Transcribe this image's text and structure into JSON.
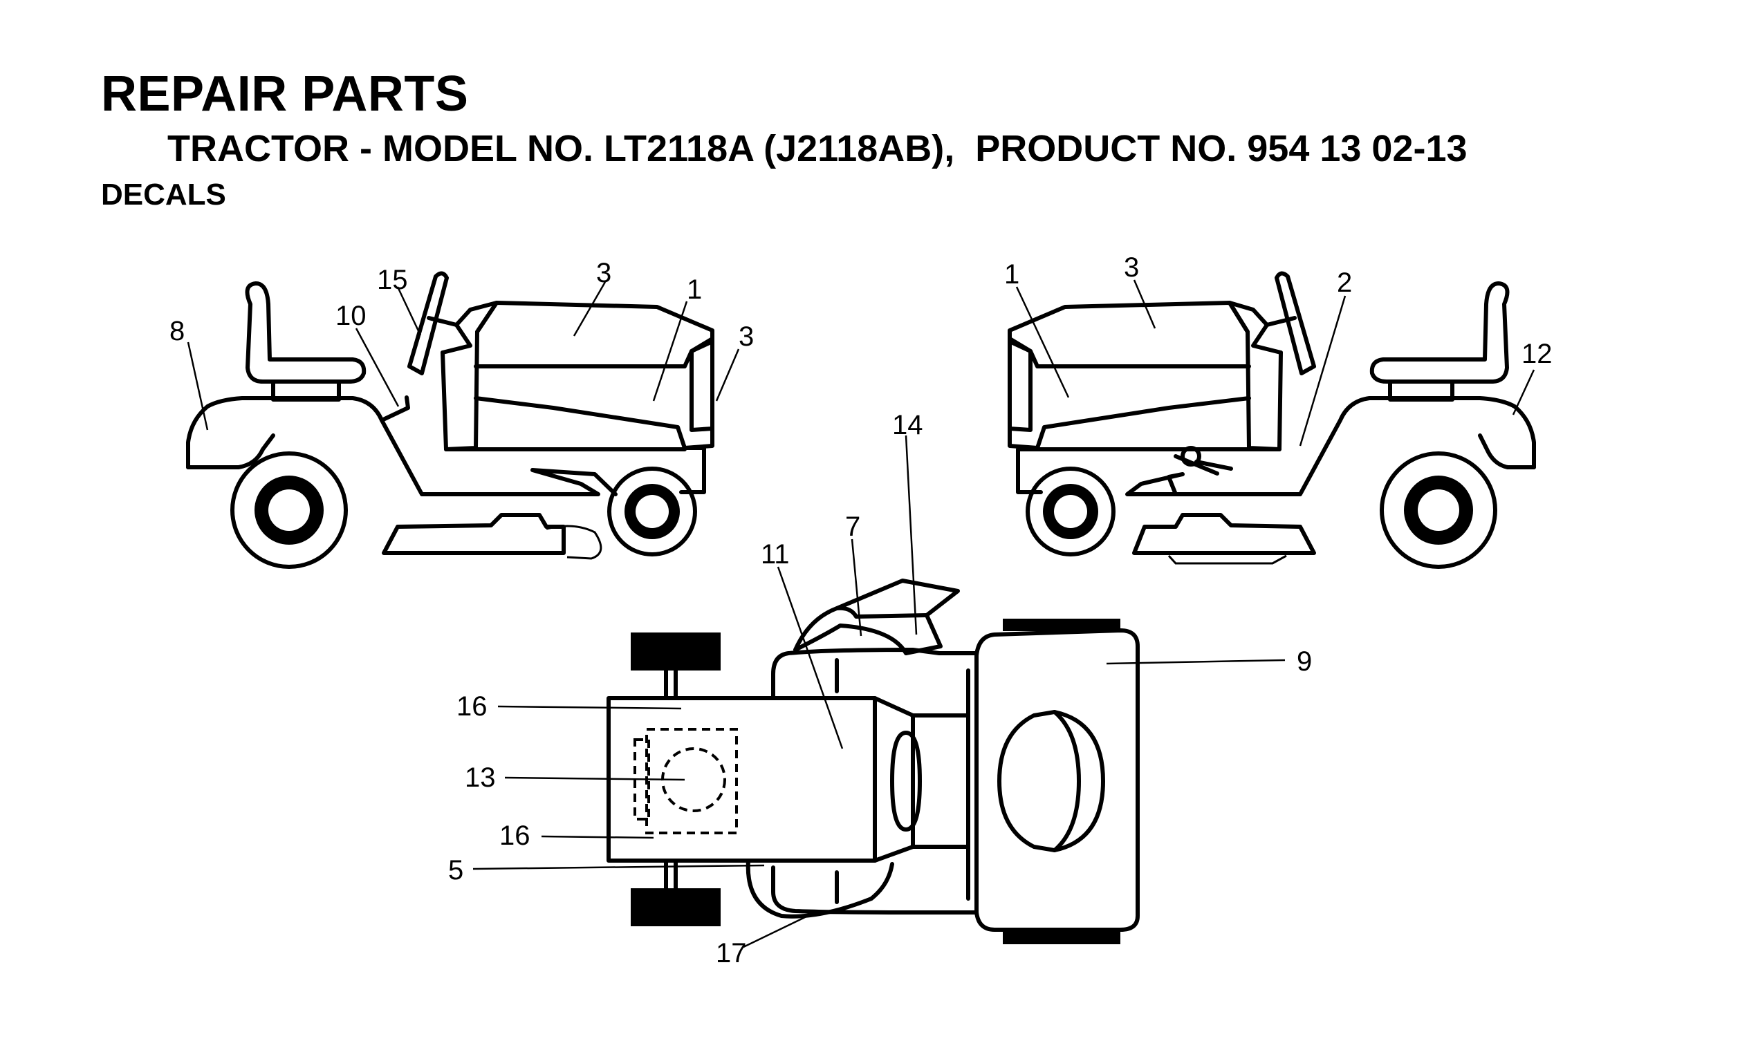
{
  "header": {
    "title": "REPAIR PARTS",
    "subtitle": "TRACTOR - MODEL NO. LT2118A (J2118AB),  PRODUCT NO. 954 13 02-13",
    "section": "DECALS"
  },
  "callouts": {
    "left_view": {
      "c8": "8",
      "c10": "10",
      "c15": "15",
      "c3_top": "3",
      "c1": "1",
      "c3_front": "3"
    },
    "right_view": {
      "c1": "1",
      "c3": "3",
      "c2": "2",
      "c12": "12"
    },
    "top_view": {
      "c14": "14",
      "c7": "7",
      "c11": "11",
      "c9": "9",
      "c16_upper": "16",
      "c13": "13",
      "c16_lower": "16",
      "c5": "5",
      "c17": "17"
    }
  }
}
